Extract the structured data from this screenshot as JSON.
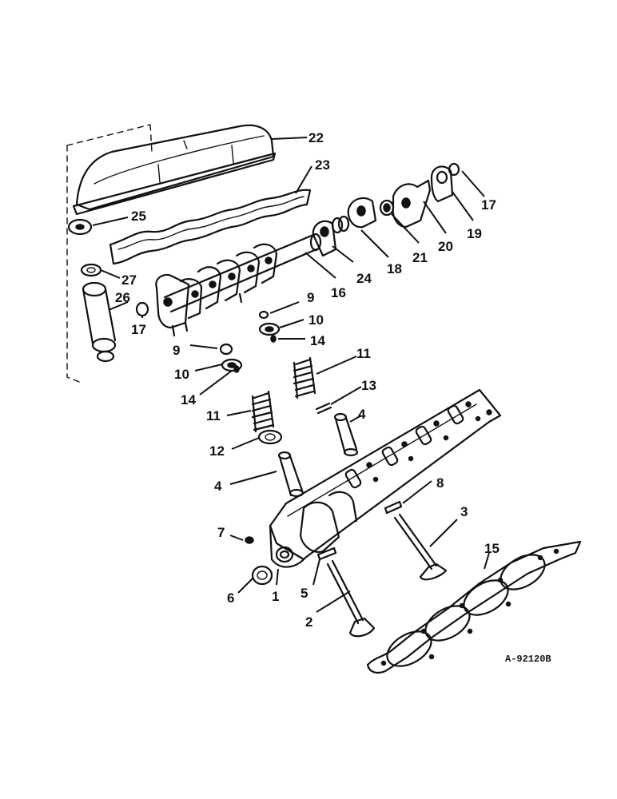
{
  "reference_code": "A-92120B",
  "callouts": {
    "c1": "1",
    "c2": "2",
    "c3": "3",
    "c4a": "4",
    "c4b": "4",
    "c5": "5",
    "c6": "6",
    "c7": "7",
    "c8": "8",
    "c9a": "9",
    "c9b": "9",
    "c10a": "10",
    "c10b": "10",
    "c11a": "11",
    "c11b": "11",
    "c12": "12",
    "c13": "13",
    "c14a": "14",
    "c14b": "14",
    "c15": "15",
    "c16": "16",
    "c17a": "17",
    "c17b": "17",
    "c18": "18",
    "c19": "19",
    "c20": "20",
    "c21": "21",
    "c22": "22",
    "c23": "23",
    "c24": "24",
    "c25": "25",
    "c26": "26",
    "c27": "27"
  },
  "parts": [
    {
      "id": "valve-cover",
      "callout": "22"
    },
    {
      "id": "valve-cover-gasket",
      "callout": "23"
    },
    {
      "id": "grommet",
      "callout": "25"
    },
    {
      "id": "washer",
      "callout": "27"
    },
    {
      "id": "breather-tube",
      "callout": "26"
    },
    {
      "id": "ring",
      "callout": "17"
    },
    {
      "id": "rocker-shaft",
      "callout": "16"
    },
    {
      "id": "shaft-bracket",
      "callout": "24"
    },
    {
      "id": "spring",
      "callout": "18"
    },
    {
      "id": "spacer",
      "callout": "21"
    },
    {
      "id": "rocker-arm",
      "callout": "20"
    },
    {
      "id": "end-bracket",
      "callout": "19"
    },
    {
      "id": "valve-lock",
      "callout": "9"
    },
    {
      "id": "spring-retainer",
      "callout": "10"
    },
    {
      "id": "oil-seal",
      "callout": "14"
    },
    {
      "id": "valve-spring",
      "callout": "11"
    },
    {
      "id": "spring-seat",
      "callout": "12"
    },
    {
      "id": "spring-shim",
      "callout": "13"
    },
    {
      "id": "valve-guide",
      "callout": "4"
    },
    {
      "id": "cylinder-head",
      "callout": "1"
    },
    {
      "id": "exhaust-valve",
      "callout": "2"
    },
    {
      "id": "intake-valve",
      "callout": "3"
    },
    {
      "id": "insert-exhaust",
      "callout": "5"
    },
    {
      "id": "seat-insert",
      "callout": "6"
    },
    {
      "id": "plug",
      "callout": "7"
    },
    {
      "id": "insert-intake",
      "callout": "8"
    },
    {
      "id": "head-gasket",
      "callout": "15"
    }
  ]
}
